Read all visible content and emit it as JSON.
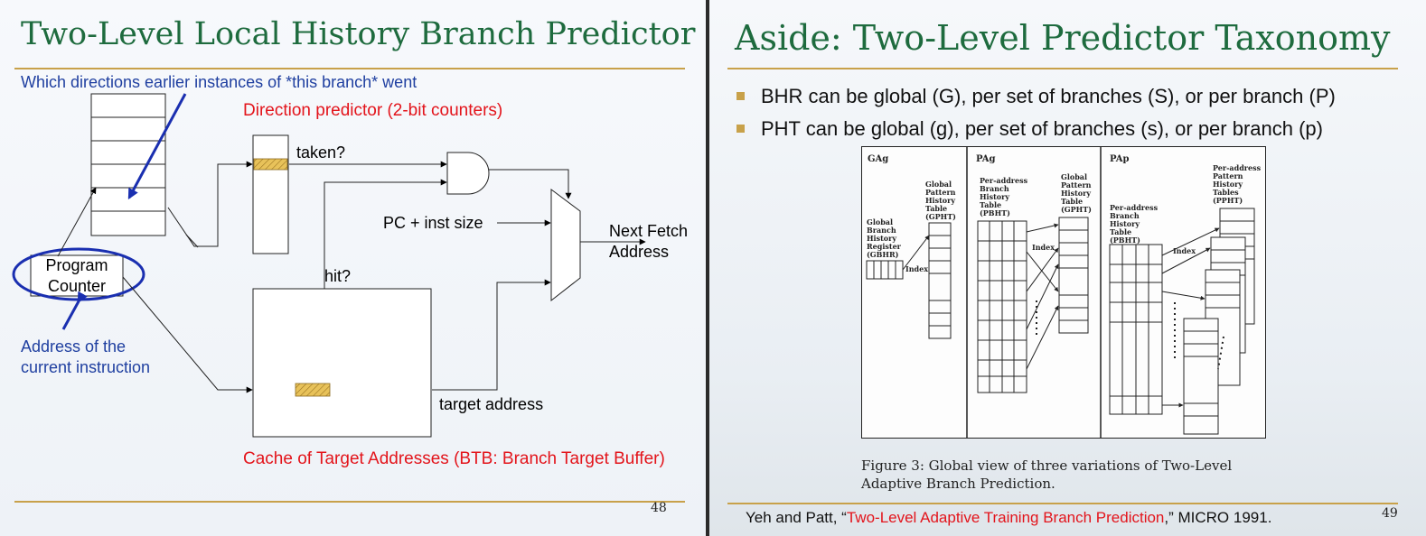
{
  "left": {
    "title": "Two-Level Local History Branch Predictor",
    "which_note": "Which directions earlier instances of *this branch* went",
    "direction_label": "Direction predictor (2-bit counters)",
    "taken": "taken?",
    "hit": "hit?",
    "pc_inst": "PC + inst size",
    "next_fetch": [
      "Next Fetch",
      "Address"
    ],
    "program_counter": [
      "Program",
      "Counter"
    ],
    "address_note": [
      "Address of the",
      "current instruction"
    ],
    "target_address": "target address",
    "btb_label": "Cache of Target Addresses (BTB: Branch Target Buffer)",
    "page": "48"
  },
  "right": {
    "title": "Aside: Two-Level Predictor Taxonomy",
    "bullets": [
      "BHR can be global (G), per set of branches (S), or per branch (P)",
      "PHT can be global (g), per set of branches (s), or per branch (p)"
    ],
    "figure": {
      "sections": [
        "GAg",
        "PAg",
        "PAp"
      ],
      "labels": {
        "gpht": [
          "Global",
          "Pattern",
          "History",
          "Table",
          "(GPHT)"
        ],
        "gbhr": [
          "Global",
          "Branch",
          "History",
          "Register",
          "(GBHR)"
        ],
        "pbht": [
          "Per-address",
          "Branch",
          "History",
          "Table",
          "(PBHT)"
        ],
        "ppht": [
          "Per-address",
          "Pattern",
          "History",
          "Tables",
          "(PPHT)"
        ],
        "index": "Index"
      },
      "caption": [
        "Figure 3: Global view of three variations of Two-Level",
        "Adaptive Branch Prediction."
      ]
    },
    "citation": {
      "prefix": "Yeh and Patt, “",
      "title": "Two-Level Adaptive Training Branch Prediction",
      "suffix": ",” MICRO 1991."
    },
    "page": "49"
  },
  "colors": {
    "title_green": "#1e6b3e",
    "rule_gold": "#c8a14a",
    "note_blue": "#1f3fa0",
    "label_red": "#e3141b",
    "counter_fill": "#e8c25a"
  }
}
